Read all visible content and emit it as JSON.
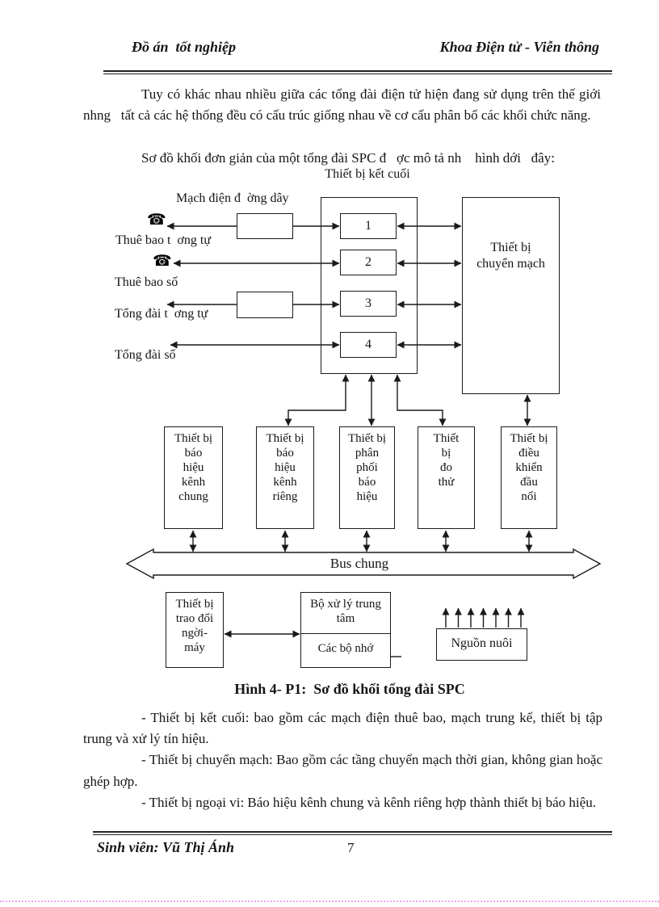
{
  "header": {
    "left": "Đồ án  tốt nghiệp",
    "right": "Khoa Điện tử - Viễn thông"
  },
  "body": {
    "p1": "Tuy có khác nhau nhiều giữa các tổng đài điện tử hiện đang sử dụng trên thế giới nhng   tất cả các hệ thống đều có cấu trúc giống nhau về cơ cấu phân bố các khối chức năng.",
    "p2": "Sơ đồ khối đơn giản của một tổng đài SPC đ   ợc mô tả nh    hình dới   đây:"
  },
  "diagram": {
    "terminal_title": "Thiết bị kết cuối",
    "line_circuit_label": "Mạch điện đ  ờng dây",
    "subscriber_analog": "Thuê bao t  ơng tự",
    "subscriber_digital": "Thuê bao số",
    "exchange_analog": "Tổng đài t  ơng tự",
    "exchange_digital": "Tổng đài số",
    "phone_icon": "☎",
    "terminal_units": [
      "1",
      "2",
      "3",
      "4"
    ],
    "switch_label": "Thiết bị\nchuyển mạch",
    "peripherals": [
      "Thiết bị\nbáo\nhiệu\nkênh\nchung",
      "Thiết bị\nbáo\nhiệu\nkênh\nriêng",
      "Thiết bị\nphân\nphối\nbáo\nhiệu",
      "Thiết\nbị\nđo\nthử",
      "Thiết bị\nđiều\nkhiển\nđầu\nnối"
    ],
    "bus_label": "Bus chung",
    "mmi_label": "Thiết bị\ntrao đổi\nngời-\nmáy",
    "cpu_label": "Bộ xử lý trung\ntâm",
    "memory_label": "Các bộ nhớ",
    "power_label": "Nguồn nuôi"
  },
  "caption": "Hình 4- P1:  Sơ đồ khối tổng đài SPC",
  "bullets": [
    "- Thiết bị kết cuối: bao gồm các mạch điện thuê bao, mạch trung kế, thiết bị tập trung và xử lý tín hiệu.",
    "- Thiết bị chuyển mạch: Bao gồm các tầng chuyển mạch thời gian, không gian hoặc ghép hợp.",
    "- Thiết bị ngoại vi: Báo hiệu kênh chung và kênh riêng hợp thành thiết bị báo hiệu."
  ],
  "footer": {
    "student": "Sinh viên: Vũ Thị Ánh",
    "page": "7"
  }
}
